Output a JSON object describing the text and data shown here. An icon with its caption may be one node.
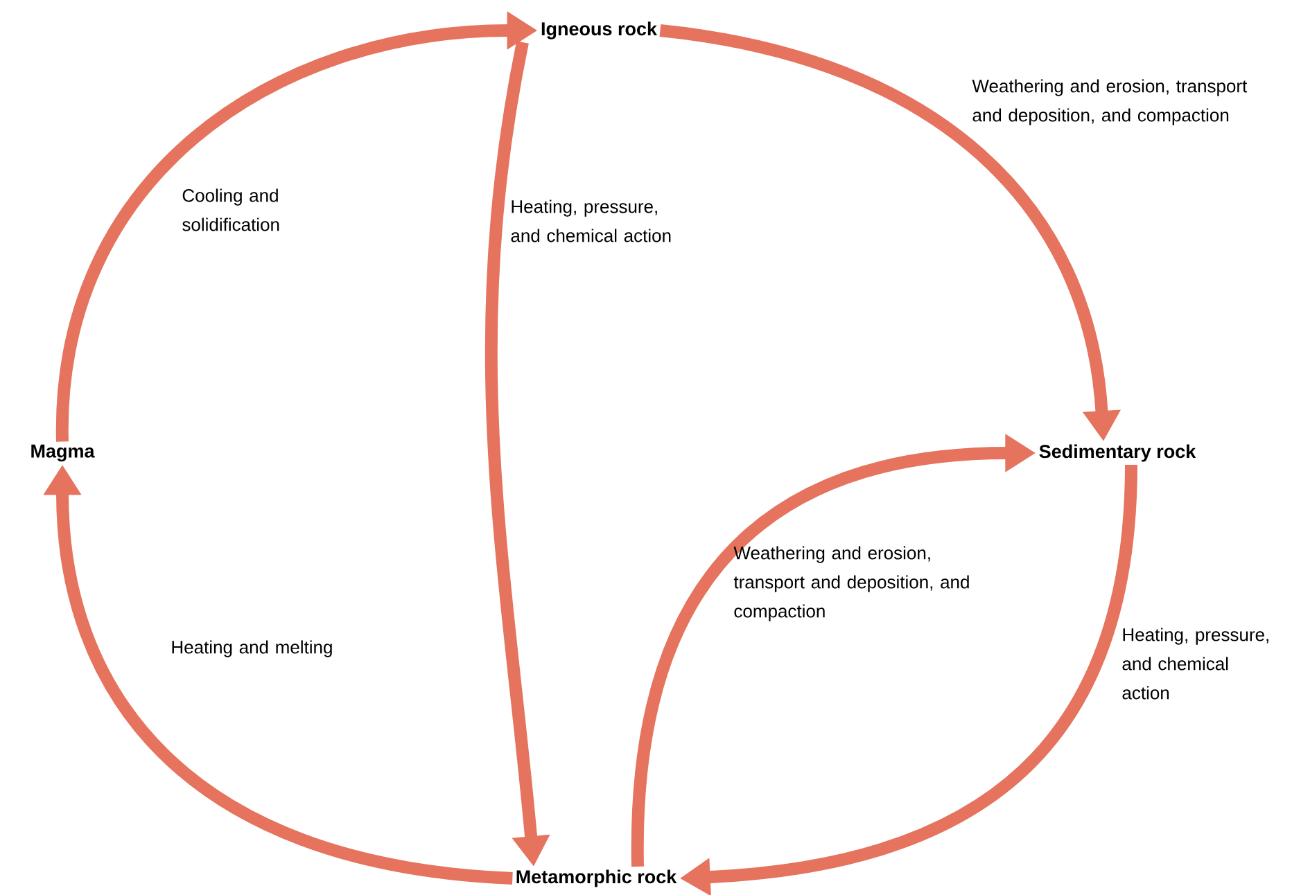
{
  "diagram": {
    "nodes": [
      {
        "text": [
          "Igneous rock"
        ]
      },
      {
        "text": [
          "Sedimentary rock"
        ]
      },
      {
        "text": [
          "Metamorphic rock"
        ]
      },
      {
        "text": [
          "Magma"
        ]
      }
    ],
    "edges": [
      {
        "from": 3,
        "to": 0,
        "arrow": "to",
        "label": "Cooling and solidification"
      },
      {
        "from": 0,
        "to": 1,
        "arrow": "to",
        "label": "Weathering and erosion, transport and deposition, and compaction"
      },
      {
        "from": 0,
        "to": 2,
        "arrow": "to",
        "label": "Heating, pressure, and chemical action"
      },
      {
        "from": 2,
        "to": 1,
        "arrow": "to",
        "label": "Weathering and erosion, transport and deposition, and compaction"
      },
      {
        "from": 1,
        "to": 2,
        "arrow": "to",
        "label": "Heating, pressure, and chemical action"
      },
      {
        "from": 2,
        "to": 3,
        "arrow": "to",
        "label": "Heating and melting"
      }
    ]
  }
}
